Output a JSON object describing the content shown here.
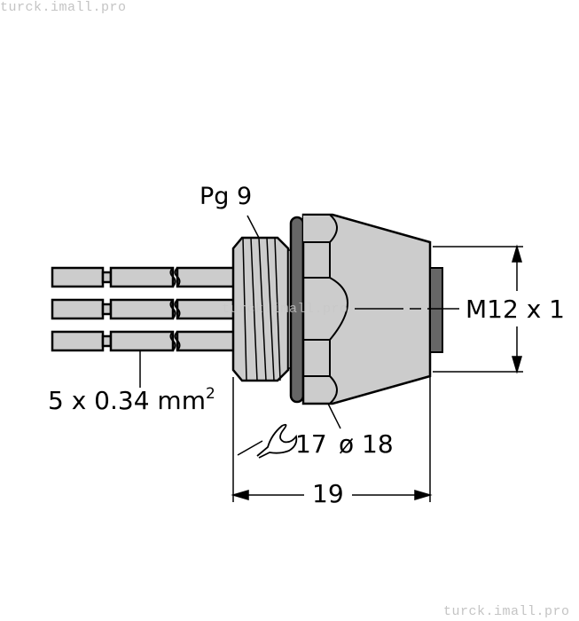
{
  "watermarks": {
    "top": "turck.imall.pro",
    "bottom": "turck.imall.pro",
    "center": "turck.imall.pro"
  },
  "labels": {
    "thread": "Pg 9",
    "connector_thread": "M12 x 1",
    "wire_spec_main": "5 x 0.34 mm",
    "wire_spec_sup": "2",
    "wrench_size": "17",
    "diameter": "ø 18",
    "length": "19"
  },
  "icons": {
    "wrench": "wrench-icon"
  },
  "colors": {
    "body_fill": "#cccccc",
    "seal_fill": "#666666",
    "line": "#000000",
    "watermark": "#c4c4c4"
  }
}
